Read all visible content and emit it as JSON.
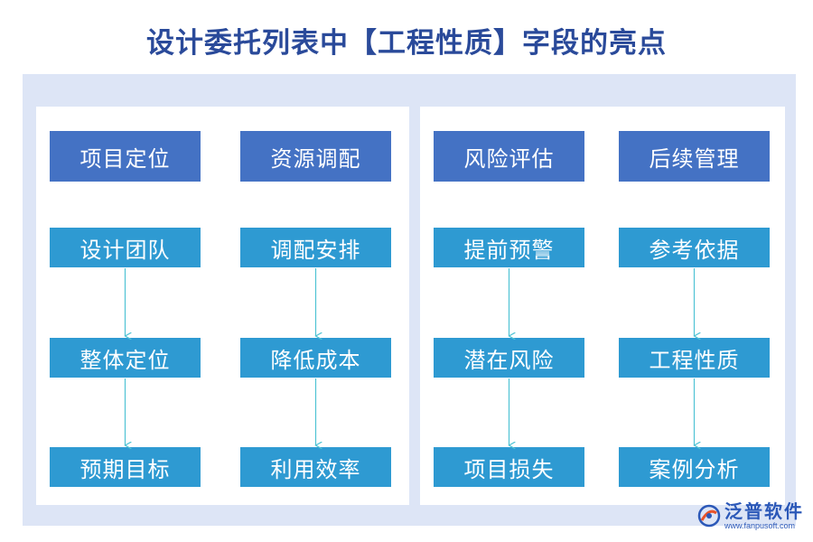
{
  "title": "设计委托列表中【工程性质】字段的亮点",
  "columns": [
    {
      "header": "项目定位",
      "items": [
        "设计团队",
        "整体定位",
        "预期目标"
      ]
    },
    {
      "header": "资源调配",
      "items": [
        "调配安排",
        "降低成本",
        "利用效率"
      ]
    },
    {
      "header": "风险评估",
      "items": [
        "提前预警",
        "潜在风险",
        "项目损失"
      ]
    },
    {
      "header": "后续管理",
      "items": [
        "参考依据",
        "工程性质",
        "案例分析"
      ]
    }
  ],
  "logo": {
    "name": "泛普软件",
    "url": "www.fanpusoft.com"
  },
  "colors": {
    "header": "#4472c4",
    "item": "#2e9ad2",
    "arrow": "#4fc3d4",
    "frame": "#dde5f6",
    "title": "#2a4a9a"
  }
}
